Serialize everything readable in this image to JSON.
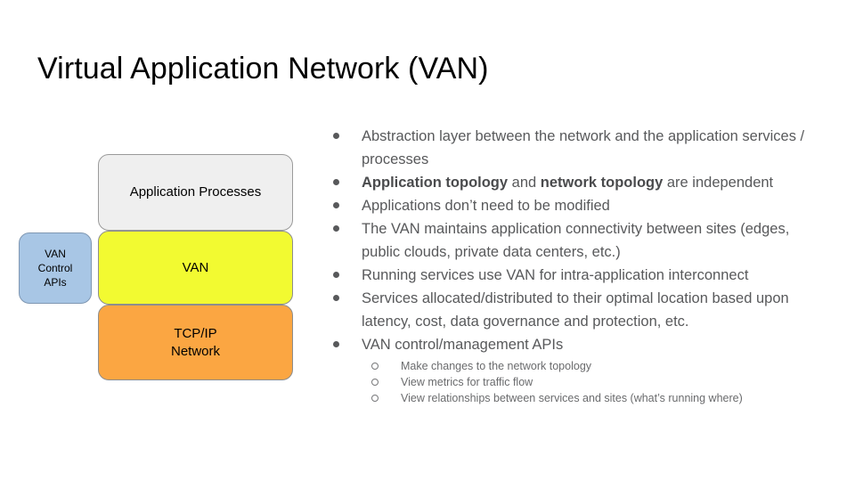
{
  "slide": {
    "title": "Virtual Application Network (VAN)",
    "background": "#ffffff"
  },
  "diagram": {
    "name": "van-layer-stack",
    "nodes": [
      {
        "id": "application-processes",
        "label": "Application Processes",
        "color": "#efefef",
        "border": "#9a9a9a"
      },
      {
        "id": "van",
        "label": "VAN",
        "color": "#f2fa31",
        "border": "#8d8d8d"
      },
      {
        "id": "tcp-ip-network",
        "label": "TCP/IP\nNetwork",
        "color": "#fba642",
        "border": "#8d8d8d"
      },
      {
        "id": "van-control-apis",
        "label": "VAN\nControl\nAPIs",
        "color": "#a8c6e5",
        "border": "#7f97b2"
      }
    ]
  },
  "bullets": [
    {
      "parts": [
        {
          "text": "Abstraction layer between the network and the application services / processes",
          "bold": false
        }
      ]
    },
    {
      "parts": [
        {
          "text": "Application topology",
          "bold": true
        },
        {
          "text": " and ",
          "bold": false
        },
        {
          "text": "network topology",
          "bold": true
        },
        {
          "text": " are independent",
          "bold": false
        }
      ]
    },
    {
      "parts": [
        {
          "text": "Applications don’t need to be modified",
          "bold": false
        }
      ]
    },
    {
      "parts": [
        {
          "text": "The VAN maintains application connectivity between sites (edges, public clouds, private data centers, etc.)",
          "bold": false
        }
      ]
    },
    {
      "parts": [
        {
          "text": "Running services use VAN for intra-application interconnect",
          "bold": false
        }
      ]
    },
    {
      "parts": [
        {
          "text": "Services allocated/distributed to their optimal location based upon latency, cost, data governance and protection, etc.",
          "bold": false
        }
      ]
    },
    {
      "parts": [
        {
          "text": "VAN control/management APIs",
          "bold": false
        }
      ],
      "sub": [
        "Make changes to the network topology",
        "View metrics for traffic flow",
        "View relationships between services and sites (what’s running where)"
      ]
    }
  ],
  "colors": {
    "text_body": "#58595b",
    "text_title": "#000000",
    "accent_yellow": "#f2fa31",
    "accent_orange": "#fba642",
    "accent_blue": "#a8c6e5",
    "accent_gray": "#efefef"
  }
}
